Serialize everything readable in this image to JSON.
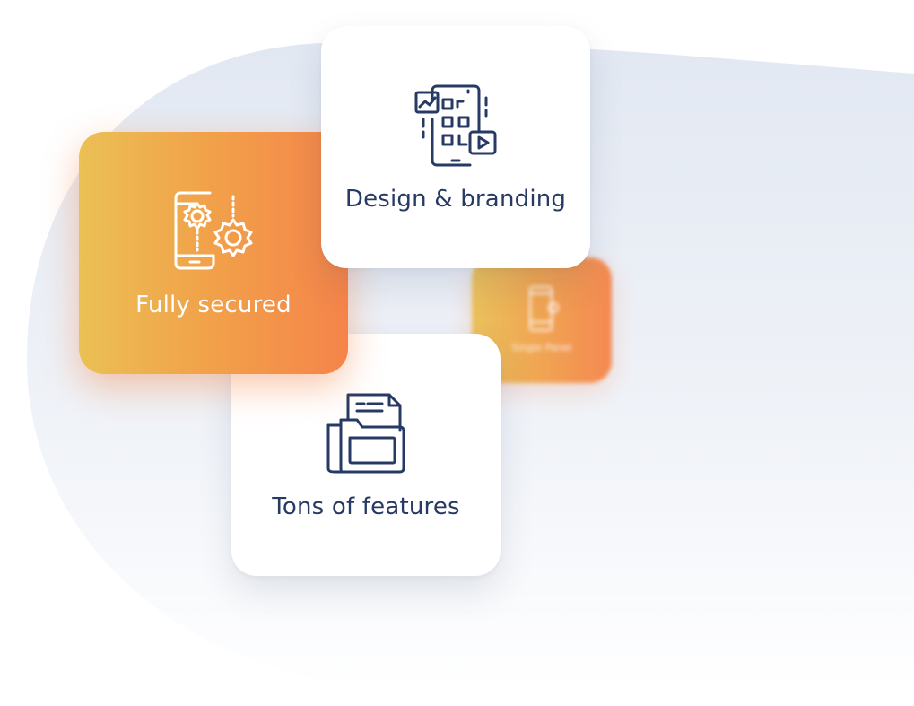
{
  "cards": [
    {
      "label": "Design & branding",
      "icon": "app-design-icon",
      "variant": "white"
    },
    {
      "label": "Fully secured",
      "icon": "mobile-settings-icon",
      "variant": "orange"
    },
    {
      "label": "Tons of features",
      "icon": "folder-documents-icon",
      "variant": "white"
    },
    {
      "label": "Single Panel",
      "icon": "mobile-icon",
      "variant": "orange-blurred"
    }
  ],
  "colors": {
    "ink": "#273a63",
    "orange_start": "#ebc055",
    "orange_end": "#f5844a",
    "backdrop": "#e3e9f3"
  }
}
